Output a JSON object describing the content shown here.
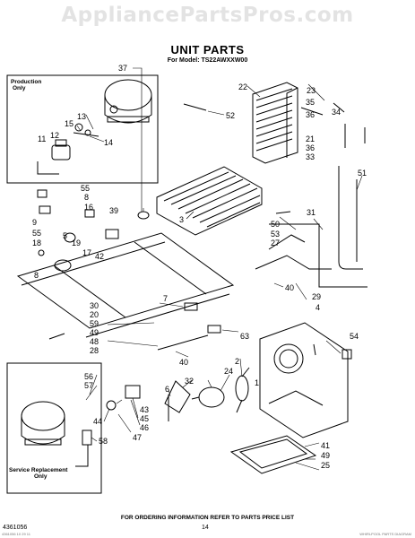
{
  "watermark": "AppliancePartsPros.com",
  "title": "UNIT PARTS",
  "model": "For Model: TS22AWXXW00",
  "production_box_label": [
    "Production",
    "Only"
  ],
  "service_box_label": [
    "Service Replacement",
    "Only"
  ],
  "footer": "FOR ORDERING INFORMATION REFER TO PARTS PRICE LIST",
  "doc_number": "4361056",
  "page_number": "14",
  "fine_print_left": "4361056 10 29 11",
  "fine_print_right": "WHIRLPOOL PARTS DIAGRAM",
  "callouts": {
    "c37": "37",
    "c22": "22",
    "c23": "23",
    "c35": "35",
    "c36": "36",
    "c34": "34",
    "c21": "21",
    "c33": "33",
    "c52": "52",
    "c51": "51",
    "c13": "13",
    "c15": "15",
    "c12": "12",
    "c14": "14",
    "c11": "11",
    "c55a": "55",
    "c8a": "8",
    "c9": "9",
    "c16": "16",
    "c55b": "55",
    "c18": "18",
    "c5": "5",
    "c19": "19",
    "c17": "17",
    "c42": "42",
    "c8b": "8",
    "c39": "39",
    "c3": "3",
    "c50": "50",
    "c31": "31",
    "c53": "53",
    "c27": "27",
    "c40a": "40",
    "c29": "29",
    "c7": "7",
    "c30": "30",
    "c20": "20",
    "c59": "59",
    "c49a": "49",
    "c48": "48",
    "c4": "4",
    "c63": "63",
    "c54": "54",
    "c40b": "40",
    "c28": "28",
    "c2": "2",
    "c24": "24",
    "c56": "56",
    "c57": "57",
    "c1": "1",
    "c6": "6",
    "c32": "32",
    "c45": "45",
    "c46": "46",
    "c43": "43",
    "c44": "44",
    "c47": "47",
    "c58": "58",
    "c41": "41",
    "c49b": "49",
    "c25": "25"
  }
}
